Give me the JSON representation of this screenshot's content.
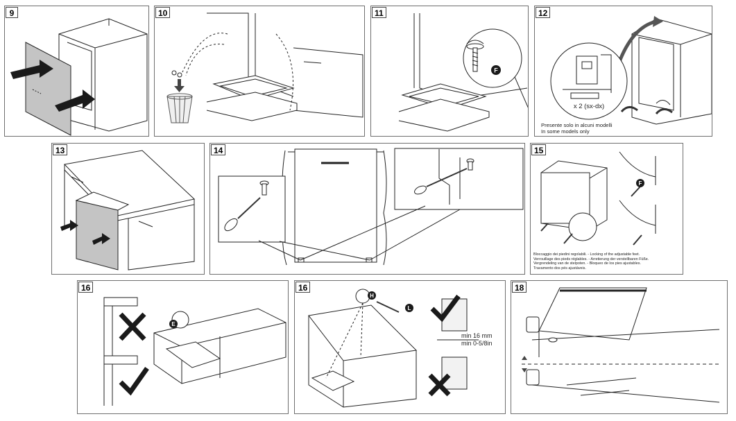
{
  "panels": {
    "p9": {
      "number": "9"
    },
    "p10": {
      "number": "10"
    },
    "p11": {
      "number": "11"
    },
    "p12": {
      "number": "12",
      "qty_label": "x 2 (sx-dx)",
      "note": [
        "Presente solo in alcuni modelli",
        "In some models only"
      ]
    },
    "p13": {
      "number": "13"
    },
    "p14": {
      "number": "14"
    },
    "p15": {
      "number": "15",
      "note": [
        "Bloccaggio dei piedini regolabili. - Locking of the adjustable feet.",
        "Verrouillage des pieds réglables. - Arretierung der verstellbaren Füße.",
        "Vergrendeling van de stelpoten. - Bloqueo de los pies ajustables.",
        "Travamento dos pés ajustáveis."
      ]
    },
    "p16a": {
      "number": "16"
    },
    "p16b": {
      "number": "16",
      "dim1": "min 16 mm",
      "dim2": "min 0-5/8in"
    },
    "p18": {
      "number": "18"
    }
  },
  "part_letters": {
    "f": "F",
    "e": "E",
    "h": "H",
    "l": "L"
  },
  "colors": {
    "line": "#222222",
    "panel_border": "#6e6e6e",
    "door_fill": "#c4c4c4",
    "marker": "#1a1a1a"
  },
  "icons": [
    "arrow-icon",
    "screw-icon",
    "screwdriver-icon",
    "cross-mark-icon",
    "check-mark-icon",
    "bin-icon"
  ]
}
